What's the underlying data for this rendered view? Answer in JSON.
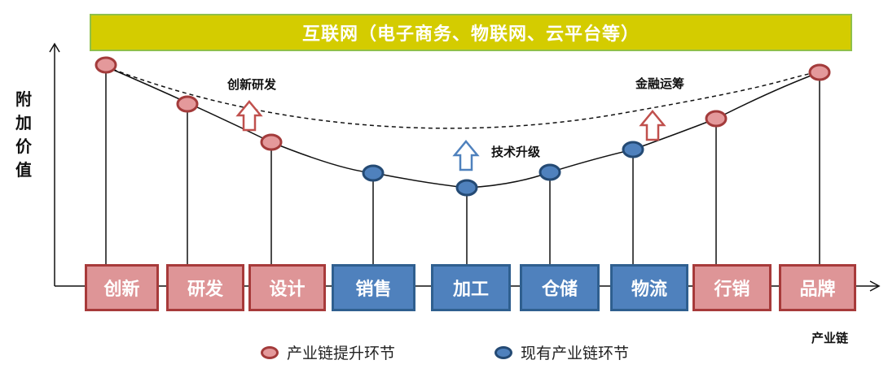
{
  "banner": {
    "text": "互联网（电子商务、物联网、云平台等）"
  },
  "axes": {
    "y_label": "附加价值",
    "x_label": "产业链"
  },
  "annotations": {
    "rd": "创新研发",
    "finance": "金融运筹",
    "tech": "技术升级"
  },
  "stages": [
    {
      "label": "创新",
      "kind": "upgrade"
    },
    {
      "label": "研发",
      "kind": "upgrade"
    },
    {
      "label": "设计",
      "kind": "upgrade"
    },
    {
      "label": "销售",
      "kind": "existing"
    },
    {
      "label": "加工",
      "kind": "existing"
    },
    {
      "label": "仓储",
      "kind": "existing"
    },
    {
      "label": "物流",
      "kind": "existing"
    },
    {
      "label": "行销",
      "kind": "upgrade"
    },
    {
      "label": "品牌",
      "kind": "upgrade"
    }
  ],
  "legend": {
    "upgrade": "产业链提升环节",
    "existing": "现有产业链环节"
  },
  "colors": {
    "banner_bg": "#d4cc00",
    "upgrade_fill": "#de9597",
    "upgrade_border": "#a73a3a",
    "existing_fill": "#4f81bd",
    "existing_border": "#244a74",
    "arrow_red": "#c0504d",
    "arrow_blue": "#4f81bd"
  }
}
